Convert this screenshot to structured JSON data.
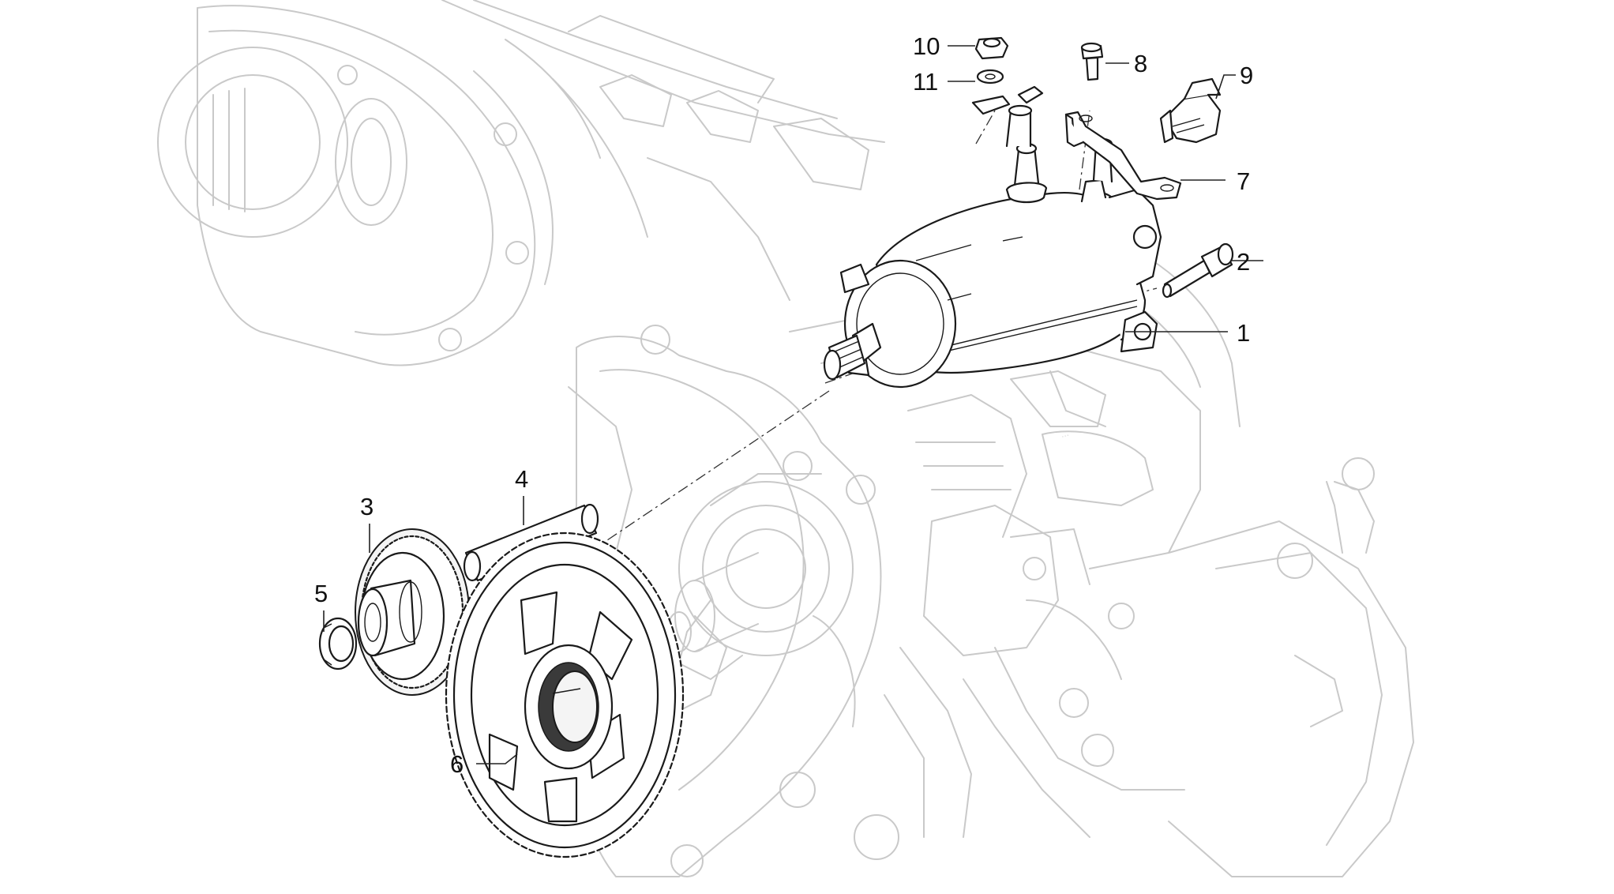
{
  "callouts": [
    {
      "id": "1",
      "label": "1"
    },
    {
      "id": "2",
      "label": "2"
    },
    {
      "id": "3",
      "label": "3"
    },
    {
      "id": "4",
      "label": "4"
    },
    {
      "id": "5",
      "label": "5"
    },
    {
      "id": "6",
      "label": "6"
    },
    {
      "id": "7",
      "label": "7"
    },
    {
      "id": "8",
      "label": "8"
    },
    {
      "id": "9",
      "label": "9"
    },
    {
      "id": "10",
      "label": "10"
    },
    {
      "id": "11",
      "label": "11"
    }
  ],
  "colors": {
    "ghost": "#c9c9c9",
    "parts": "#1a1a1a",
    "background": "#ffffff"
  }
}
